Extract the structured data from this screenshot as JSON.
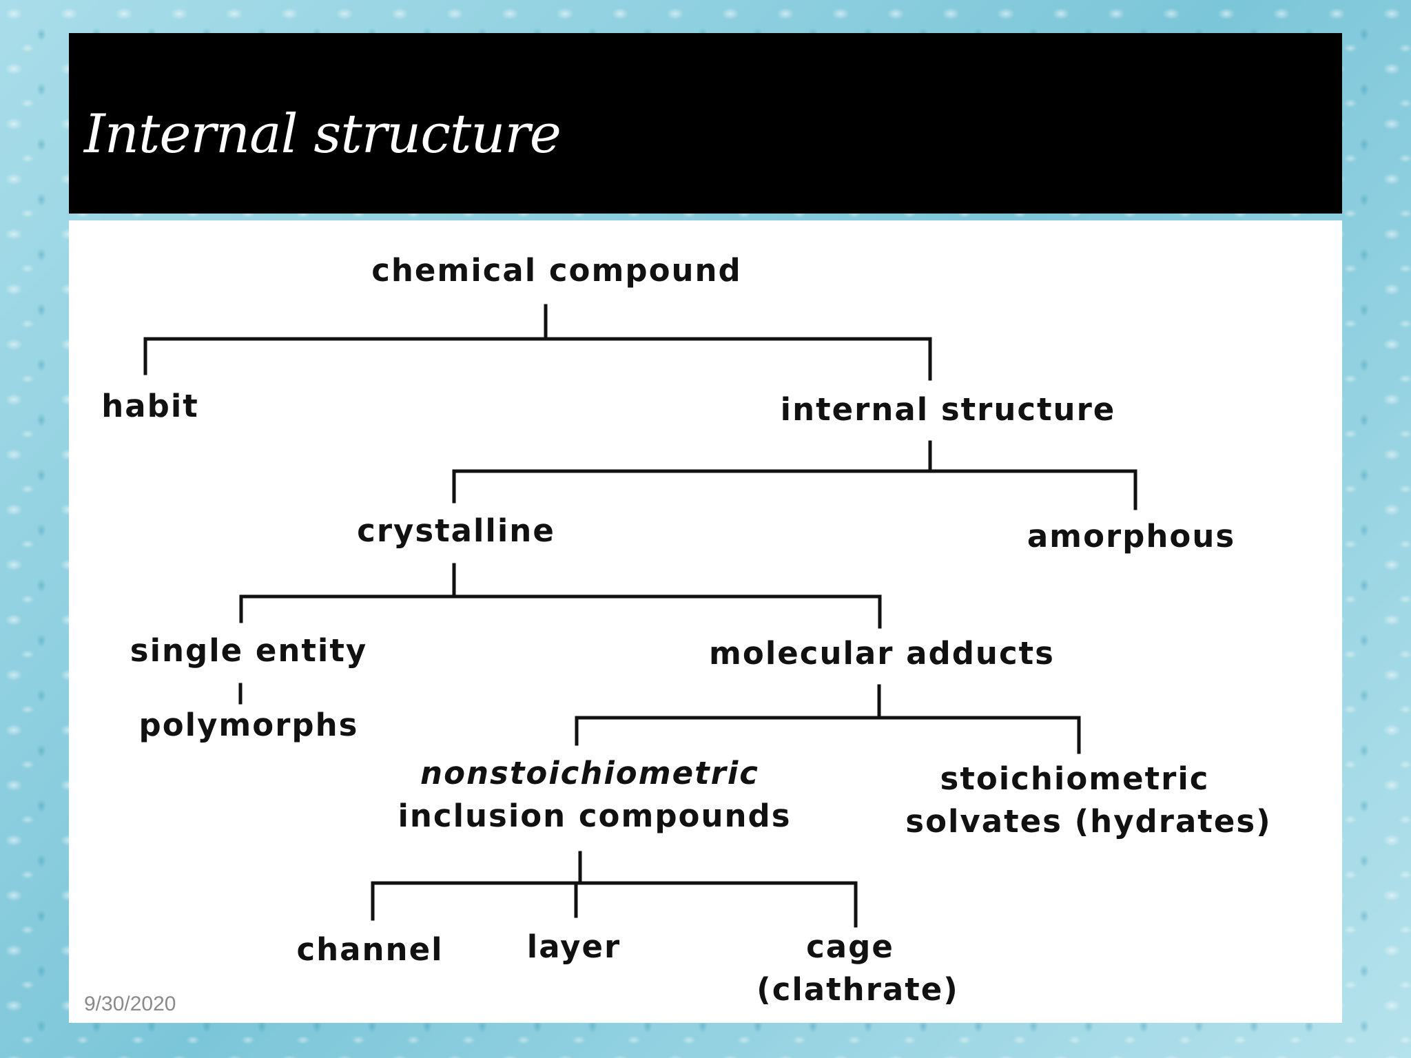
{
  "slide": {
    "title": "Internal structure",
    "date": "9/30/2020"
  },
  "diagram": {
    "root": "chemical compound",
    "nodes": {
      "habit": "habit",
      "internal_structure": "internal structure",
      "crystalline": "crystalline",
      "amorphous": "amorphous",
      "single_entity": "single entity",
      "polymorphs": "polymorphs",
      "molecular_adducts": "molecular adducts",
      "nonstoich_line1": "nonstoichiometric",
      "nonstoich_line2": "inclusion compounds",
      "stoich_line1": "stoichiometric",
      "stoich_line2": "solvates (hydrates)",
      "channel": "channel",
      "layer": "layer",
      "cage_line1": "cage",
      "cage_line2": "(clathrate)"
    },
    "edges": [
      [
        "chemical compound",
        "habit"
      ],
      [
        "chemical compound",
        "internal structure"
      ],
      [
        "internal structure",
        "crystalline"
      ],
      [
        "internal structure",
        "amorphous"
      ],
      [
        "crystalline",
        "single entity"
      ],
      [
        "crystalline",
        "molecular adducts"
      ],
      [
        "single entity",
        "polymorphs"
      ],
      [
        "molecular adducts",
        "nonstoichiometric inclusion compounds"
      ],
      [
        "molecular adducts",
        "stoichiometric solvates (hydrates)"
      ],
      [
        "nonstoichiometric inclusion compounds",
        "channel"
      ],
      [
        "nonstoichiometric inclusion compounds",
        "layer"
      ],
      [
        "nonstoichiometric inclusion compounds",
        "cage (clathrate)"
      ]
    ]
  }
}
